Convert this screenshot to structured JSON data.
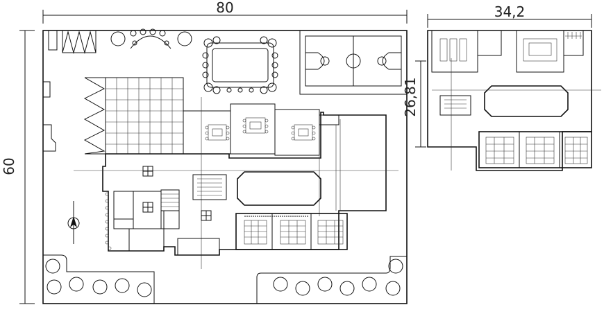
{
  "dimensions": {
    "site_width": "80",
    "site_height": "60",
    "detail_width": "34,2",
    "detail_height": "26,81"
  },
  "colors": {
    "ink": "#111111",
    "background": "#ffffff"
  },
  "icons": [
    "tree-symbol-icon",
    "north-arrow-icon",
    "basketball-court-icon",
    "stair-icon"
  ]
}
